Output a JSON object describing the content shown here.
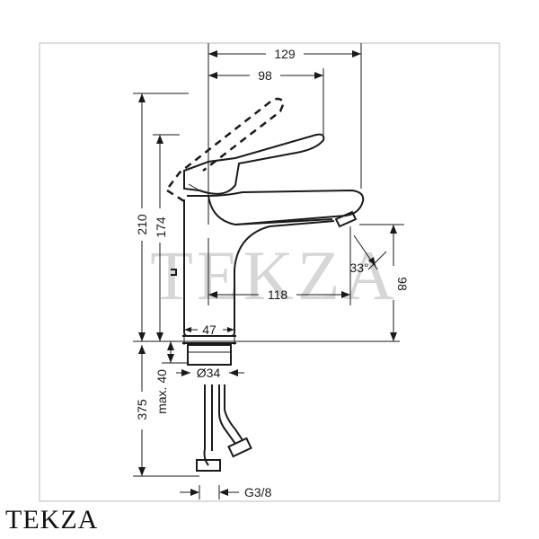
{
  "dimensions": {
    "total_width": "129",
    "lever_reach": "98",
    "total_height": "210",
    "body_height": "174",
    "spout_reach": "118",
    "spout_angle": "33°",
    "spout_height": "98",
    "base_width": "47",
    "hole_diameter": "Ø34",
    "deck_thickness": "max. 40",
    "hose_length": "375",
    "connection_thread": "G3/8"
  },
  "watermark": "TEKZA",
  "brand": "TEKZA"
}
